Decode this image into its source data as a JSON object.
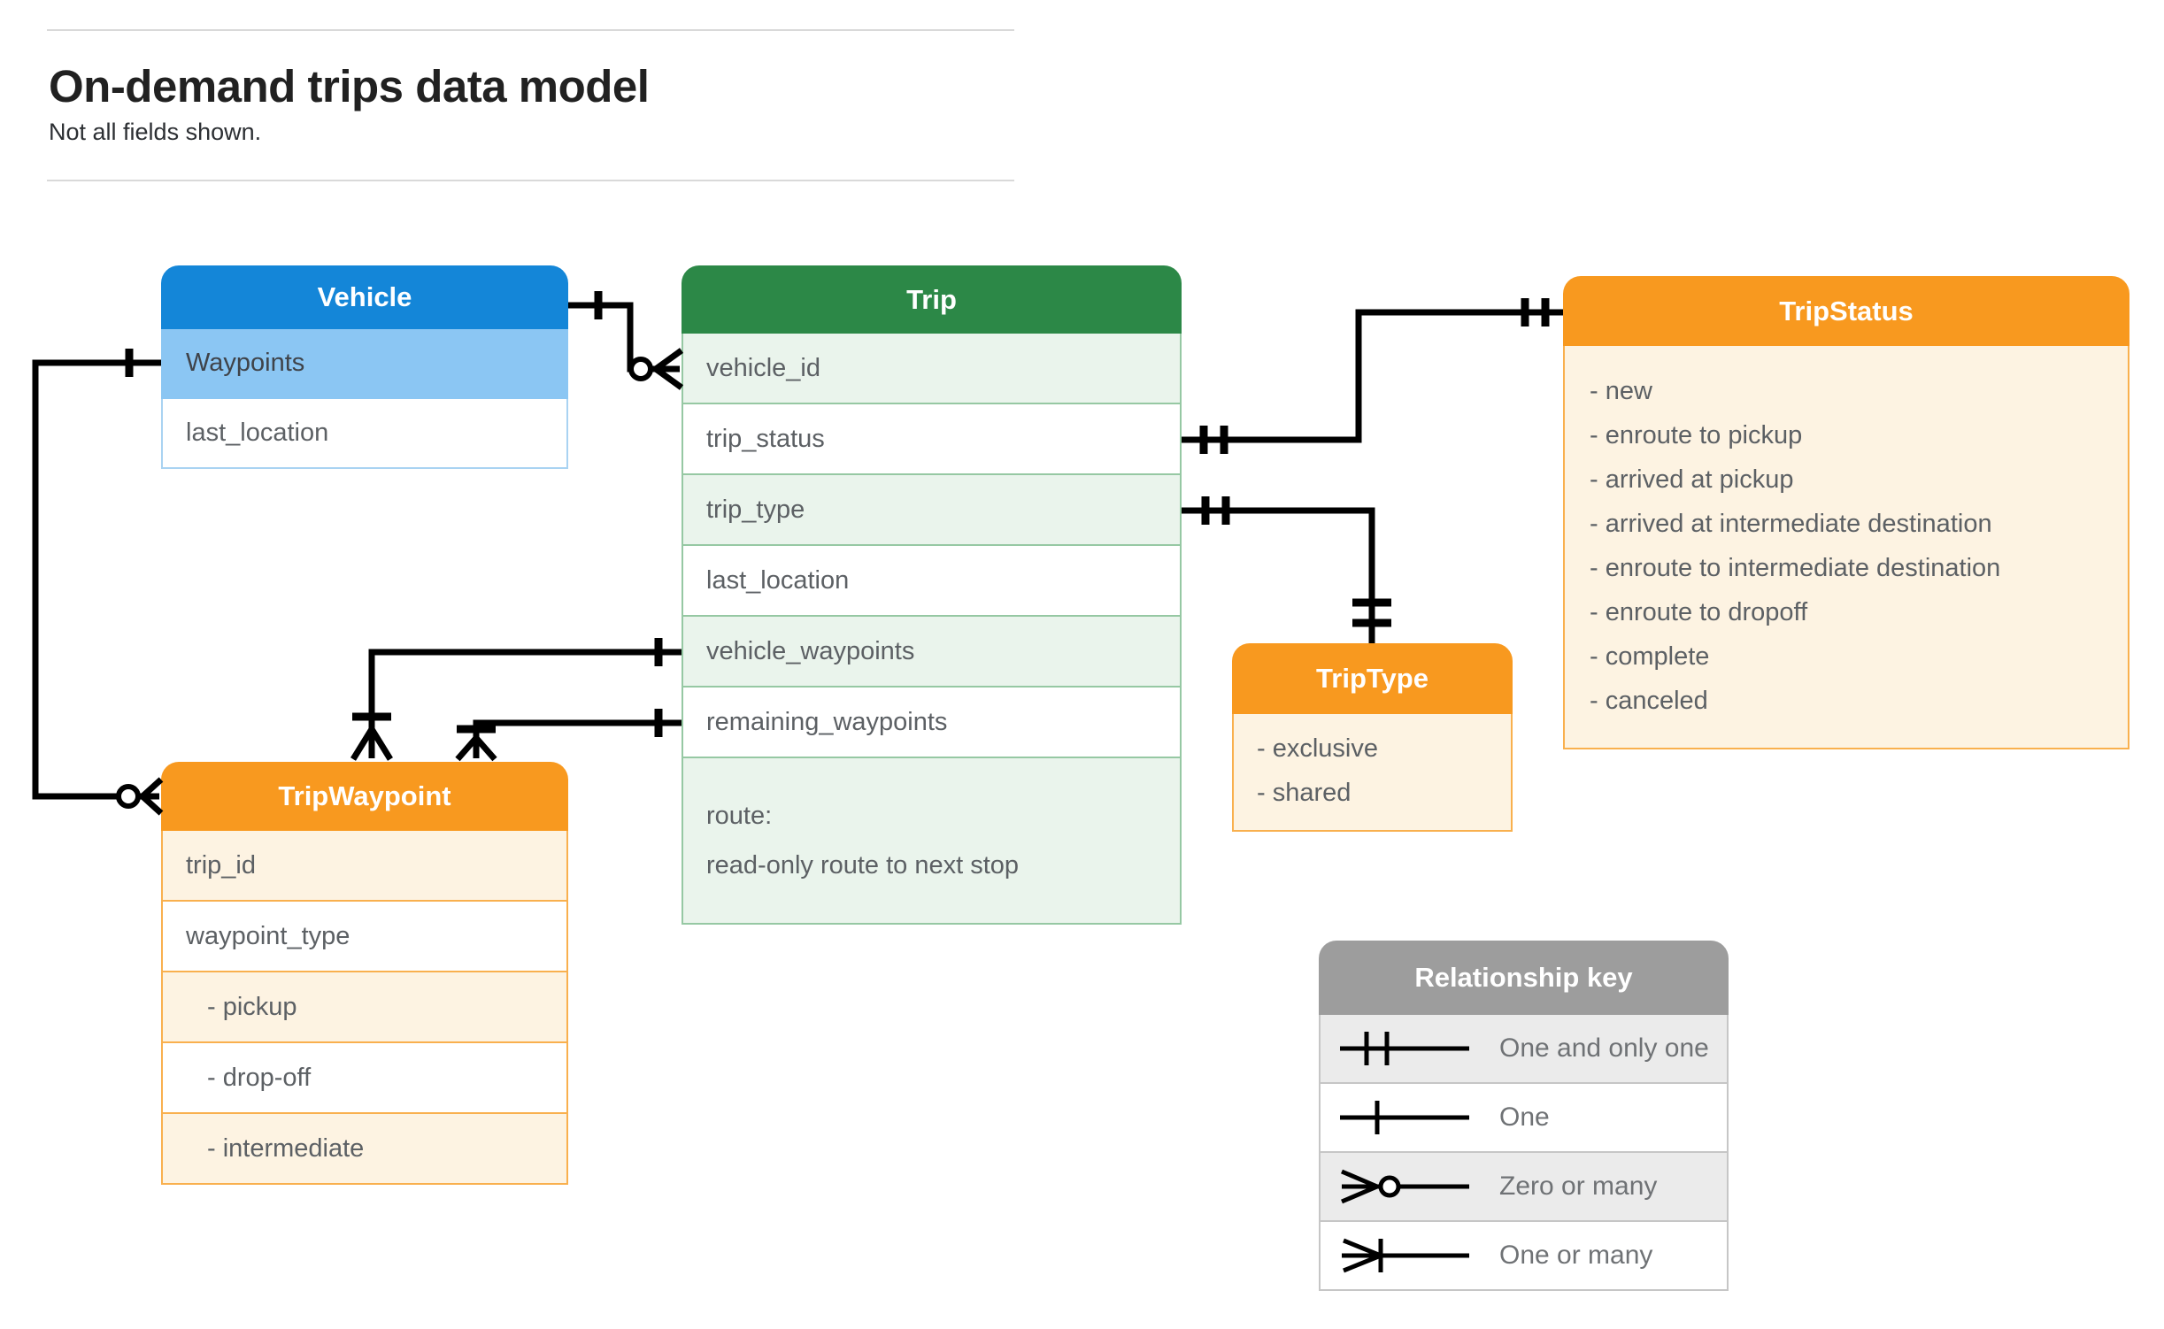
{
  "page": {
    "title": "On-demand trips data model",
    "subtitle": "Not all fields shown."
  },
  "colors": {
    "blue": "#1486D8",
    "blue-light": "#8BC6F3",
    "green": "#2C8847",
    "green-light": "#EAF4EC",
    "orange": "#F8991F",
    "orange-light": "#FDF3E2",
    "gray": "#9D9D9D",
    "gray-light": "#EBEBEB",
    "text": "#5C6064",
    "line": "#000000"
  },
  "entities": {
    "vehicle": {
      "title": "Vehicle",
      "fields": [
        "Waypoints",
        "last_location"
      ]
    },
    "trip": {
      "title": "Trip",
      "fields": [
        "vehicle_id",
        "trip_status",
        "trip_type",
        "last_location",
        "vehicle_waypoints",
        "remaining_waypoints"
      ],
      "route": [
        "route:",
        "read-only route to next stop"
      ]
    },
    "trip_status": {
      "title": "TripStatus",
      "items": [
        "- new",
        "- enroute to pickup",
        "- arrived at pickup",
        "- arrived at intermediate destination",
        "- enroute to intermediate destination",
        "- enroute to dropoff",
        "- complete",
        "- canceled"
      ]
    },
    "trip_type": {
      "title": "TripType",
      "items": [
        "- exclusive",
        "- shared"
      ]
    },
    "trip_waypoint": {
      "title": "TripWaypoint",
      "fields": [
        "trip_id",
        "waypoint_type",
        "- pickup",
        "- drop-off",
        "- intermediate"
      ]
    }
  },
  "legend": {
    "title": "Relationship key",
    "rows": [
      {
        "symbol": "one-and-only-one",
        "label": "One and only one"
      },
      {
        "symbol": "one",
        "label": "One"
      },
      {
        "symbol": "zero-or-many",
        "label": "Zero or many"
      },
      {
        "symbol": "one-or-many",
        "label": "One or many"
      }
    ]
  }
}
